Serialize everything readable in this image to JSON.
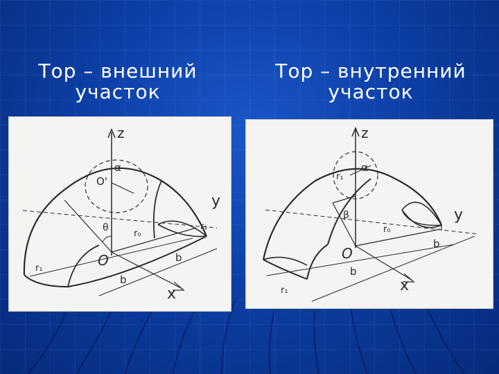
{
  "slide": {
    "left_heading": {
      "line1": "Тор – внешний",
      "line2": "участок"
    },
    "right_heading": {
      "line1": "Тор – внутренний",
      "line2": "участок"
    }
  },
  "left_figure": {
    "labels": {
      "z": "z",
      "y": "y",
      "x": "x",
      "origin": "O",
      "center": "O'",
      "alpha": "α",
      "theta": "θ",
      "r0": "r₀",
      "r1_right": "r₁",
      "r1_left": "r₁",
      "b_lower": "b",
      "b_right": "b"
    }
  },
  "right_figure": {
    "labels": {
      "z": "z",
      "y": "y",
      "x": "x",
      "origin": "O",
      "alpha": "α",
      "beta": "β",
      "r0": "r₀",
      "r1": "r₁",
      "r1_top": "r₁",
      "b_lower": "b",
      "b_right": "b"
    }
  },
  "colors": {
    "background": "#0d3fa6",
    "text": "#ffffff",
    "figure_bg": "#f4f4f2",
    "ink": "#2a2a2a"
  }
}
